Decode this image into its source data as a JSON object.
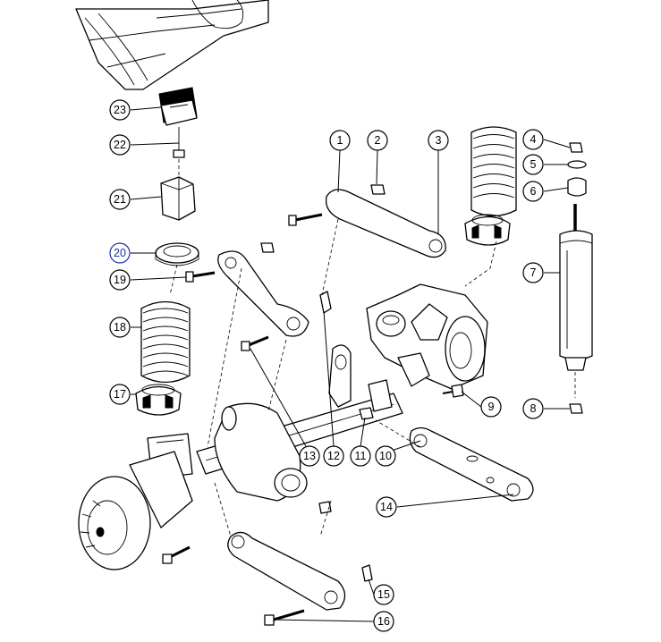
{
  "callouts": [
    {
      "label": "1",
      "highlight": false
    },
    {
      "label": "2",
      "highlight": false
    },
    {
      "label": "3",
      "highlight": false
    },
    {
      "label": "4",
      "highlight": false
    },
    {
      "label": "5",
      "highlight": false
    },
    {
      "label": "6",
      "highlight": false
    },
    {
      "label": "7",
      "highlight": false
    },
    {
      "label": "8",
      "highlight": false
    },
    {
      "label": "9",
      "highlight": false
    },
    {
      "label": "10",
      "highlight": false
    },
    {
      "label": "11",
      "highlight": false
    },
    {
      "label": "12",
      "highlight": false
    },
    {
      "label": "13",
      "highlight": false
    },
    {
      "label": "14",
      "highlight": false
    },
    {
      "label": "15",
      "highlight": false
    },
    {
      "label": "16",
      "highlight": false
    },
    {
      "label": "17",
      "highlight": false
    },
    {
      "label": "18",
      "highlight": false
    },
    {
      "label": "19",
      "highlight": false
    },
    {
      "label": "20",
      "highlight": true
    },
    {
      "label": "21",
      "highlight": false
    },
    {
      "label": "22",
      "highlight": false
    },
    {
      "label": "23",
      "highlight": false
    }
  ],
  "colors": {
    "ink": "#000000",
    "highlight": "#1a33a8",
    "background": "#ffffff"
  }
}
